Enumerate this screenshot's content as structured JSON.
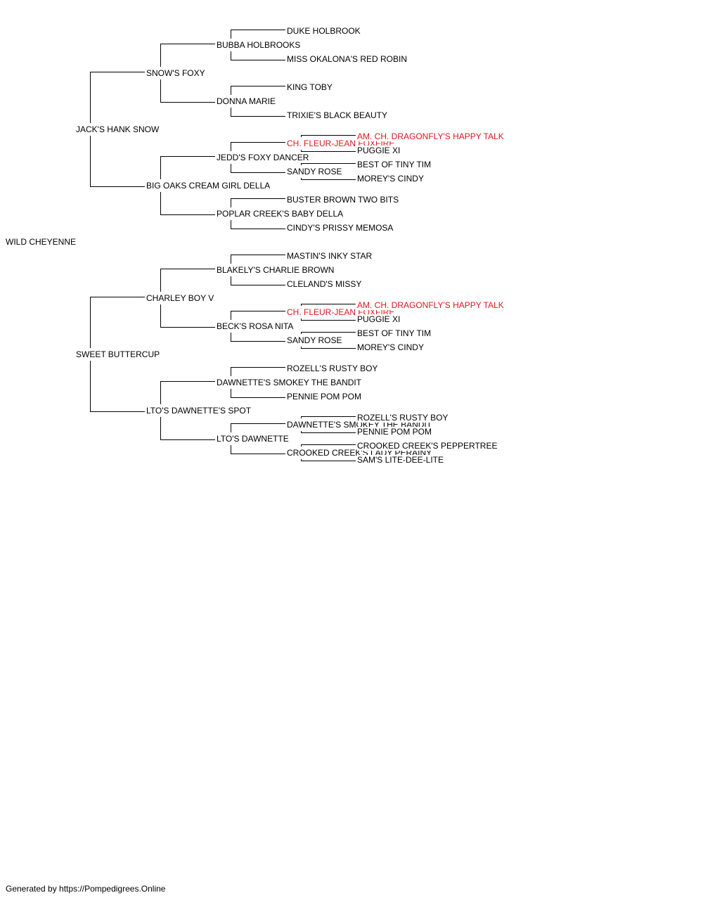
{
  "colors": {
    "text": "#000000",
    "highlight": "#e8141c",
    "line": "#000000"
  },
  "tree": {
    "name": "WILD CHEYENNE",
    "children": [
      {
        "name": "JACK'S HANK SNOW",
        "children": [
          {
            "name": "SNOW'S FOXY",
            "children": [
              {
                "name": "BUBBA HOLBROOKS",
                "children": [
                  {
                    "name": "DUKE HOLBROOK"
                  },
                  {
                    "name": "MISS OKALONA'S RED ROBIN"
                  }
                ]
              },
              {
                "name": "DONNA MARIE",
                "children": [
                  {
                    "name": "KING TOBY"
                  },
                  {
                    "name": "TRIXIE'S BLACK BEAUTY"
                  }
                ]
              }
            ]
          },
          {
            "name": "BIG OAKS CREAM GIRL DELLA",
            "children": [
              {
                "name": "JEDD'S FOXY DANCER",
                "children": [
                  {
                    "name": "CH. FLEUR-JEAN FOXFIRE",
                    "highlight": true,
                    "children": [
                      {
                        "name": "AM. CH. DRAGONFLY'S HAPPY TALK",
                        "highlight": true
                      },
                      {
                        "name": "PUGGIE XI"
                      }
                    ]
                  },
                  {
                    "name": "SANDY ROSE",
                    "children": [
                      {
                        "name": "BEST OF TINY TIM"
                      },
                      {
                        "name": "MOREY'S CINDY"
                      }
                    ]
                  }
                ]
              },
              {
                "name": "POPLAR CREEK'S BABY DELLA",
                "children": [
                  {
                    "name": "BUSTER BROWN TWO BITS"
                  },
                  {
                    "name": "CINDY'S PRISSY MEMOSA"
                  }
                ]
              }
            ]
          }
        ]
      },
      {
        "name": "SWEET BUTTERCUP",
        "children": [
          {
            "name": "CHARLEY BOY V",
            "children": [
              {
                "name": "BLAKELY'S CHARLIE BROWN",
                "children": [
                  {
                    "name": "MASTIN'S INKY STAR"
                  },
                  {
                    "name": "CLELAND'S MISSY"
                  }
                ]
              },
              {
                "name": "BECK'S ROSA NITA",
                "children": [
                  {
                    "name": "CH. FLEUR-JEAN FOXFIRE",
                    "highlight": true,
                    "children": [
                      {
                        "name": "AM. CH. DRAGONFLY'S HAPPY TALK",
                        "highlight": true
                      },
                      {
                        "name": "PUGGIE XI"
                      }
                    ]
                  },
                  {
                    "name": "SANDY ROSE",
                    "children": [
                      {
                        "name": "BEST OF TINY TIM"
                      },
                      {
                        "name": "MOREY'S CINDY"
                      }
                    ]
                  }
                ]
              }
            ]
          },
          {
            "name": "LTO'S DAWNETTE'S SPOT",
            "children": [
              {
                "name": "DAWNETTE'S SMOKEY THE BANDIT",
                "children": [
                  {
                    "name": "ROZELL'S RUSTY BOY"
                  },
                  {
                    "name": "PENNIE POM POM"
                  }
                ]
              },
              {
                "name": "LTO'S DAWNETTE",
                "children": [
                  {
                    "name": "DAWNETTE'S SMOKEY THE BANDIT",
                    "children": [
                      {
                        "name": "ROZELL'S RUSTY BOY"
                      },
                      {
                        "name": "PENNIE POM POM"
                      }
                    ]
                  },
                  {
                    "name": "CROOKED CREEK'S LADY PERAINY",
                    "children": [
                      {
                        "name": "CROOKED CREEK'S PEPPERTREE"
                      },
                      {
                        "name": "SAM'S LITE-DEE-LITE"
                      }
                    ]
                  }
                ]
              }
            ]
          }
        ]
      }
    ]
  },
  "footer": {
    "text": "Generated by https://Pompedigrees.Online"
  }
}
